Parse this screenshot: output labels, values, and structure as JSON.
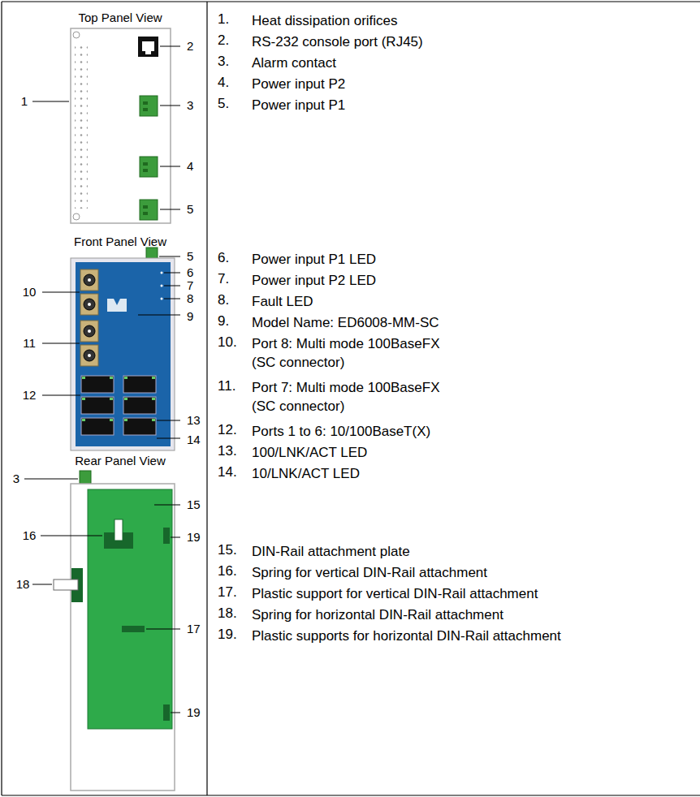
{
  "diagram": {
    "labels": [
      "Top Panel View",
      "1",
      "2",
      "3",
      "4",
      "5",
      "Front Panel View",
      "5",
      "6",
      "7",
      "8",
      "9",
      "10",
      "11",
      "12",
      "13",
      "14",
      "Rear Panel View",
      "3",
      "15",
      "16",
      "19",
      "18",
      "17",
      "19",
      "1.",
      "Heat dissipation orifices",
      "2.",
      "RS-232 console port (RJ45)",
      "3.",
      "Alarm contact",
      "4.",
      "Power input P2",
      "5.",
      "Power input P1",
      "6.",
      "Power input P1 LED",
      "7.",
      "Power input P2 LED",
      "8.",
      "Fault LED",
      "9.",
      "Model Name: ED6008-MM-SC",
      "10.",
      "Port 8: Multi mode 100BaseFX (SC connector)",
      "11.",
      "Port 7: Multi mode 100BaseFX (SC connector)",
      "12.",
      "Ports 1 to 6: 10/100BaseT(X)",
      "13.",
      "100/LNK/ACT LED",
      "14.",
      "10/LNK/ACT LED",
      "15.",
      "DIN-Rail attachment plate",
      "16.",
      "Spring for vertical DIN-Rail attachment",
      "17.",
      "Plastic support for vertical DIN-Rail attachment",
      "18.",
      "Spring for horizontal DIN-Rail attachment",
      "19.",
      "Plastic supports for horizontal DIN-Rail attachment"
    ]
  }
}
